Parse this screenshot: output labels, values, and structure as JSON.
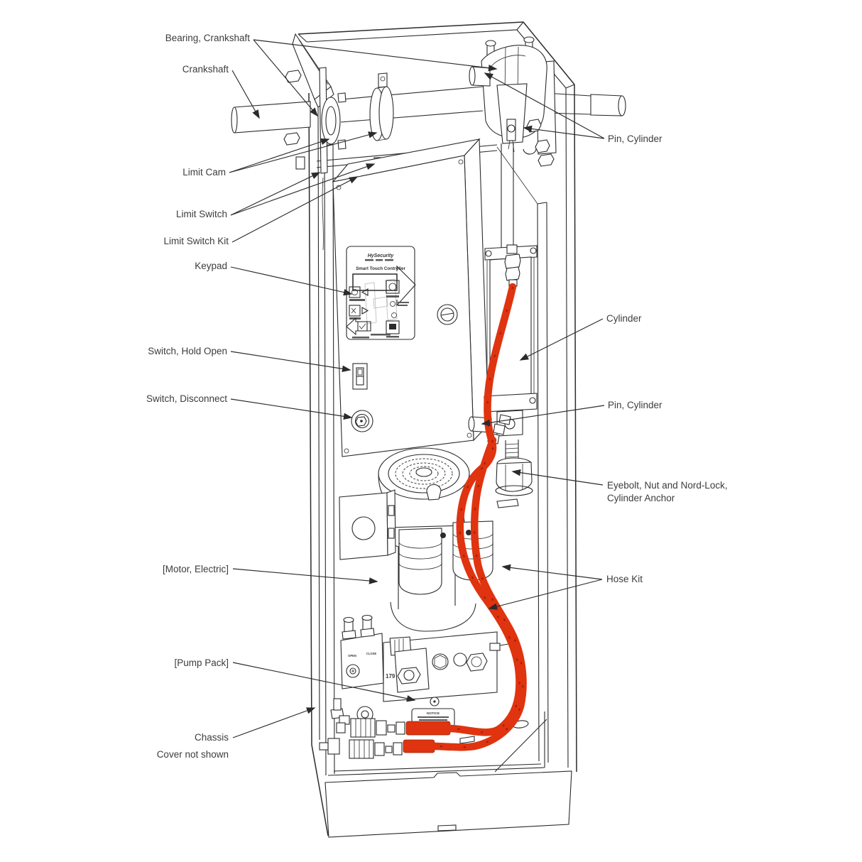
{
  "labels": {
    "bearing_crankshaft": "Bearing, Crankshaft",
    "crankshaft": "Crankshaft",
    "limit_cam": "Limit Cam",
    "limit_switch": "Limit Switch",
    "limit_switch_kit": "Limit Switch Kit",
    "keypad": "Keypad",
    "switch_hold_open": "Switch, Hold Open",
    "switch_disconnect": "Switch, Disconnect",
    "pin_cylinder_top": "Pin, Cylinder",
    "cylinder": "Cylinder",
    "pin_cylinder_mid": "Pin, Cylinder",
    "eyebolt_line1": "Eyebolt, Nut and Nord-Lock,",
    "eyebolt_line2": "Cylinder Anchor",
    "motor_electric": "[Motor, Electric]",
    "hose_kit": "Hose Kit",
    "pump_pack": "[Pump Pack]",
    "chassis": "Chassis",
    "cover_not_shown": "Cover not shown"
  },
  "keypad_panel": {
    "brand": "HySecurity",
    "title": "Smart Touch Controller"
  },
  "pump": {
    "open": "OPEN",
    "close": "CLOSE",
    "tag": "179",
    "notice": "NOTICE"
  },
  "colors": {
    "hose": "#e0330f",
    "line": "#2b2b2b",
    "text": "#3c3c3c"
  }
}
